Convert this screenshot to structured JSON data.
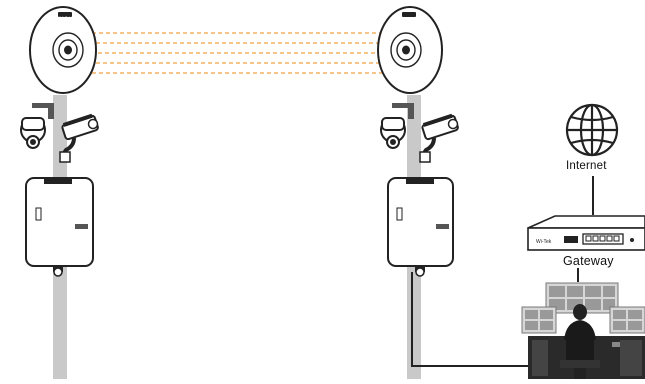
{
  "labels": {
    "internet": "Internet",
    "gateway": "Gateway"
  },
  "brand": "Wi-Tek",
  "icons": {
    "cpe_left": "wireless-bridge-antenna-icon",
    "cpe_right": "wireless-bridge-antenna-icon",
    "globe": "globe-icon",
    "switch": "network-switch-icon",
    "operator": "surveillance-operator-icon"
  },
  "colors": {
    "link_dash": "#f5a142",
    "pole": "#c9c9c9",
    "line": "#222222",
    "background": "#ffffff"
  }
}
